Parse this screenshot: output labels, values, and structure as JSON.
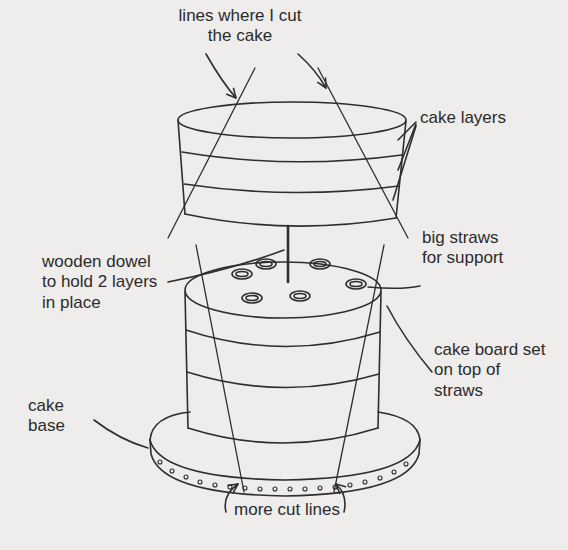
{
  "diagram": {
    "labels": [
      "lines where I cut the cake",
      "cake layers",
      "wooden dowel to hold 2 layers in place",
      "big straws for support",
      "cake board set on top of straws",
      "cake base",
      "more cut lines"
    ]
  }
}
